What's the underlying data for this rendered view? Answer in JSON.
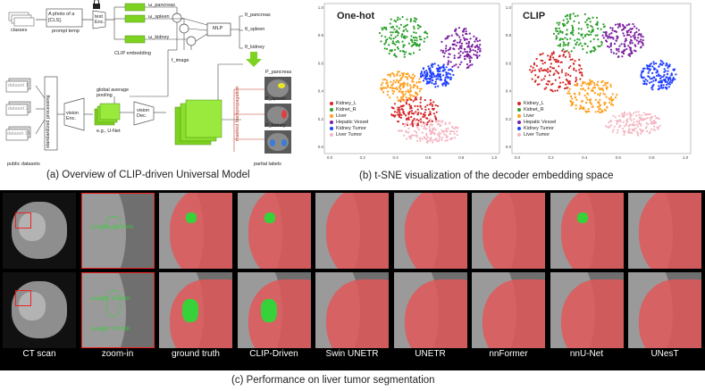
{
  "panel_a": {
    "caption": "(a) Overview of CLIP-driven Universal Model",
    "classes_label": "classes",
    "prompt_box": "A photo of a [CLS].",
    "prompt_label": "prompt temp",
    "text_enc": "text Enc.",
    "w_labels": [
      "ω_pancreas",
      "ω_spleen",
      "ω_kidney"
    ],
    "clip_embedding": "CLIP embedding",
    "mlp": "MLP",
    "theta_labels": [
      "θ_pancreas",
      "θ_spleen",
      "θ_kidney"
    ],
    "f_image": "f_image",
    "datasets": [
      "dataset 1",
      "dataset 2",
      "dataset 14"
    ],
    "public_datasets": "public datasets",
    "standardized": "standardized processing",
    "vision_enc": "vision Enc.",
    "vision_dec": "vision Dec.",
    "gap": "global average pooling",
    "unet": "e.g., U-Net",
    "masked": "masked backpropagation",
    "partial_labels": "partial labels",
    "p_labels": [
      "P_pancreas",
      "P_spleen",
      "P_kidney"
    ]
  },
  "panel_b": {
    "caption": "(b) t-SNE visualization of the decoder embedding space",
    "plots": [
      {
        "title": "One-hot",
        "xticks": [
          "0.0",
          "0.2",
          "0.4",
          "0.6",
          "0.8",
          "1.0"
        ],
        "yticks": [
          "1.0",
          "0.8",
          "0.6",
          "0.4",
          "0.2",
          "0.0"
        ]
      },
      {
        "title": "CLIP",
        "xticks": [
          "0.0",
          "0.2",
          "0.4",
          "0.6",
          "0.8",
          "1.0"
        ],
        "yticks": [
          "1.0",
          "0.8",
          "0.6",
          "0.4",
          "0.2",
          "0.0"
        ]
      }
    ],
    "legend": [
      {
        "label": "Kidney_L",
        "color": "#d62728"
      },
      {
        "label": "Kidnet_R",
        "color": "#2ca02c"
      },
      {
        "label": "Liver",
        "color": "#ff9f1c"
      },
      {
        "label": "Hepatic Vessel",
        "color": "#7b1fa2"
      },
      {
        "label": "Kidney Tumor",
        "color": "#1f3fff"
      },
      {
        "label": "Liver Tumor",
        "color": "#f4b6c2"
      }
    ]
  },
  "panel_c": {
    "caption": "(c) Performance on liver tumor segmentation",
    "columns": [
      "CT scan",
      "zoom-in",
      "ground truth",
      "CLIP-Driven",
      "Swin UNETR",
      "UNETR",
      "nnFormer",
      "nnU-Net",
      "UNesT"
    ],
    "annotations": [
      "Length: 28.1mm",
      "Length: 8.5mm",
      "Length: 9.7mm"
    ]
  },
  "colors": {
    "mask_red": "#e0585a",
    "tumor_green": "#37d23a",
    "panel_bg": "#000000",
    "unet_green": "#7ed321"
  }
}
